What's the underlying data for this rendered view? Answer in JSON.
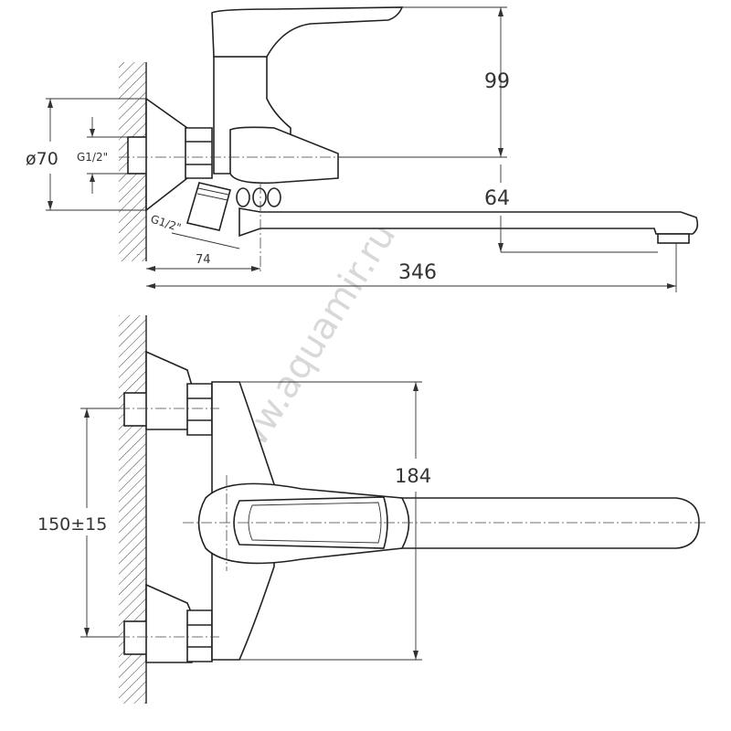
{
  "watermark": "www.aquamir.ru",
  "top_view": {
    "dim_height_handle": "99",
    "dim_spout_height": "64",
    "dim_total_length": "346",
    "dim_wall_to_body": "74",
    "dim_flange_diameter": "ø70",
    "thread_label_1": "G1/2\"",
    "thread_label_2": "G1/2\""
  },
  "front_view": {
    "dim_body_height": "184",
    "dim_center_distance": "150±15"
  }
}
